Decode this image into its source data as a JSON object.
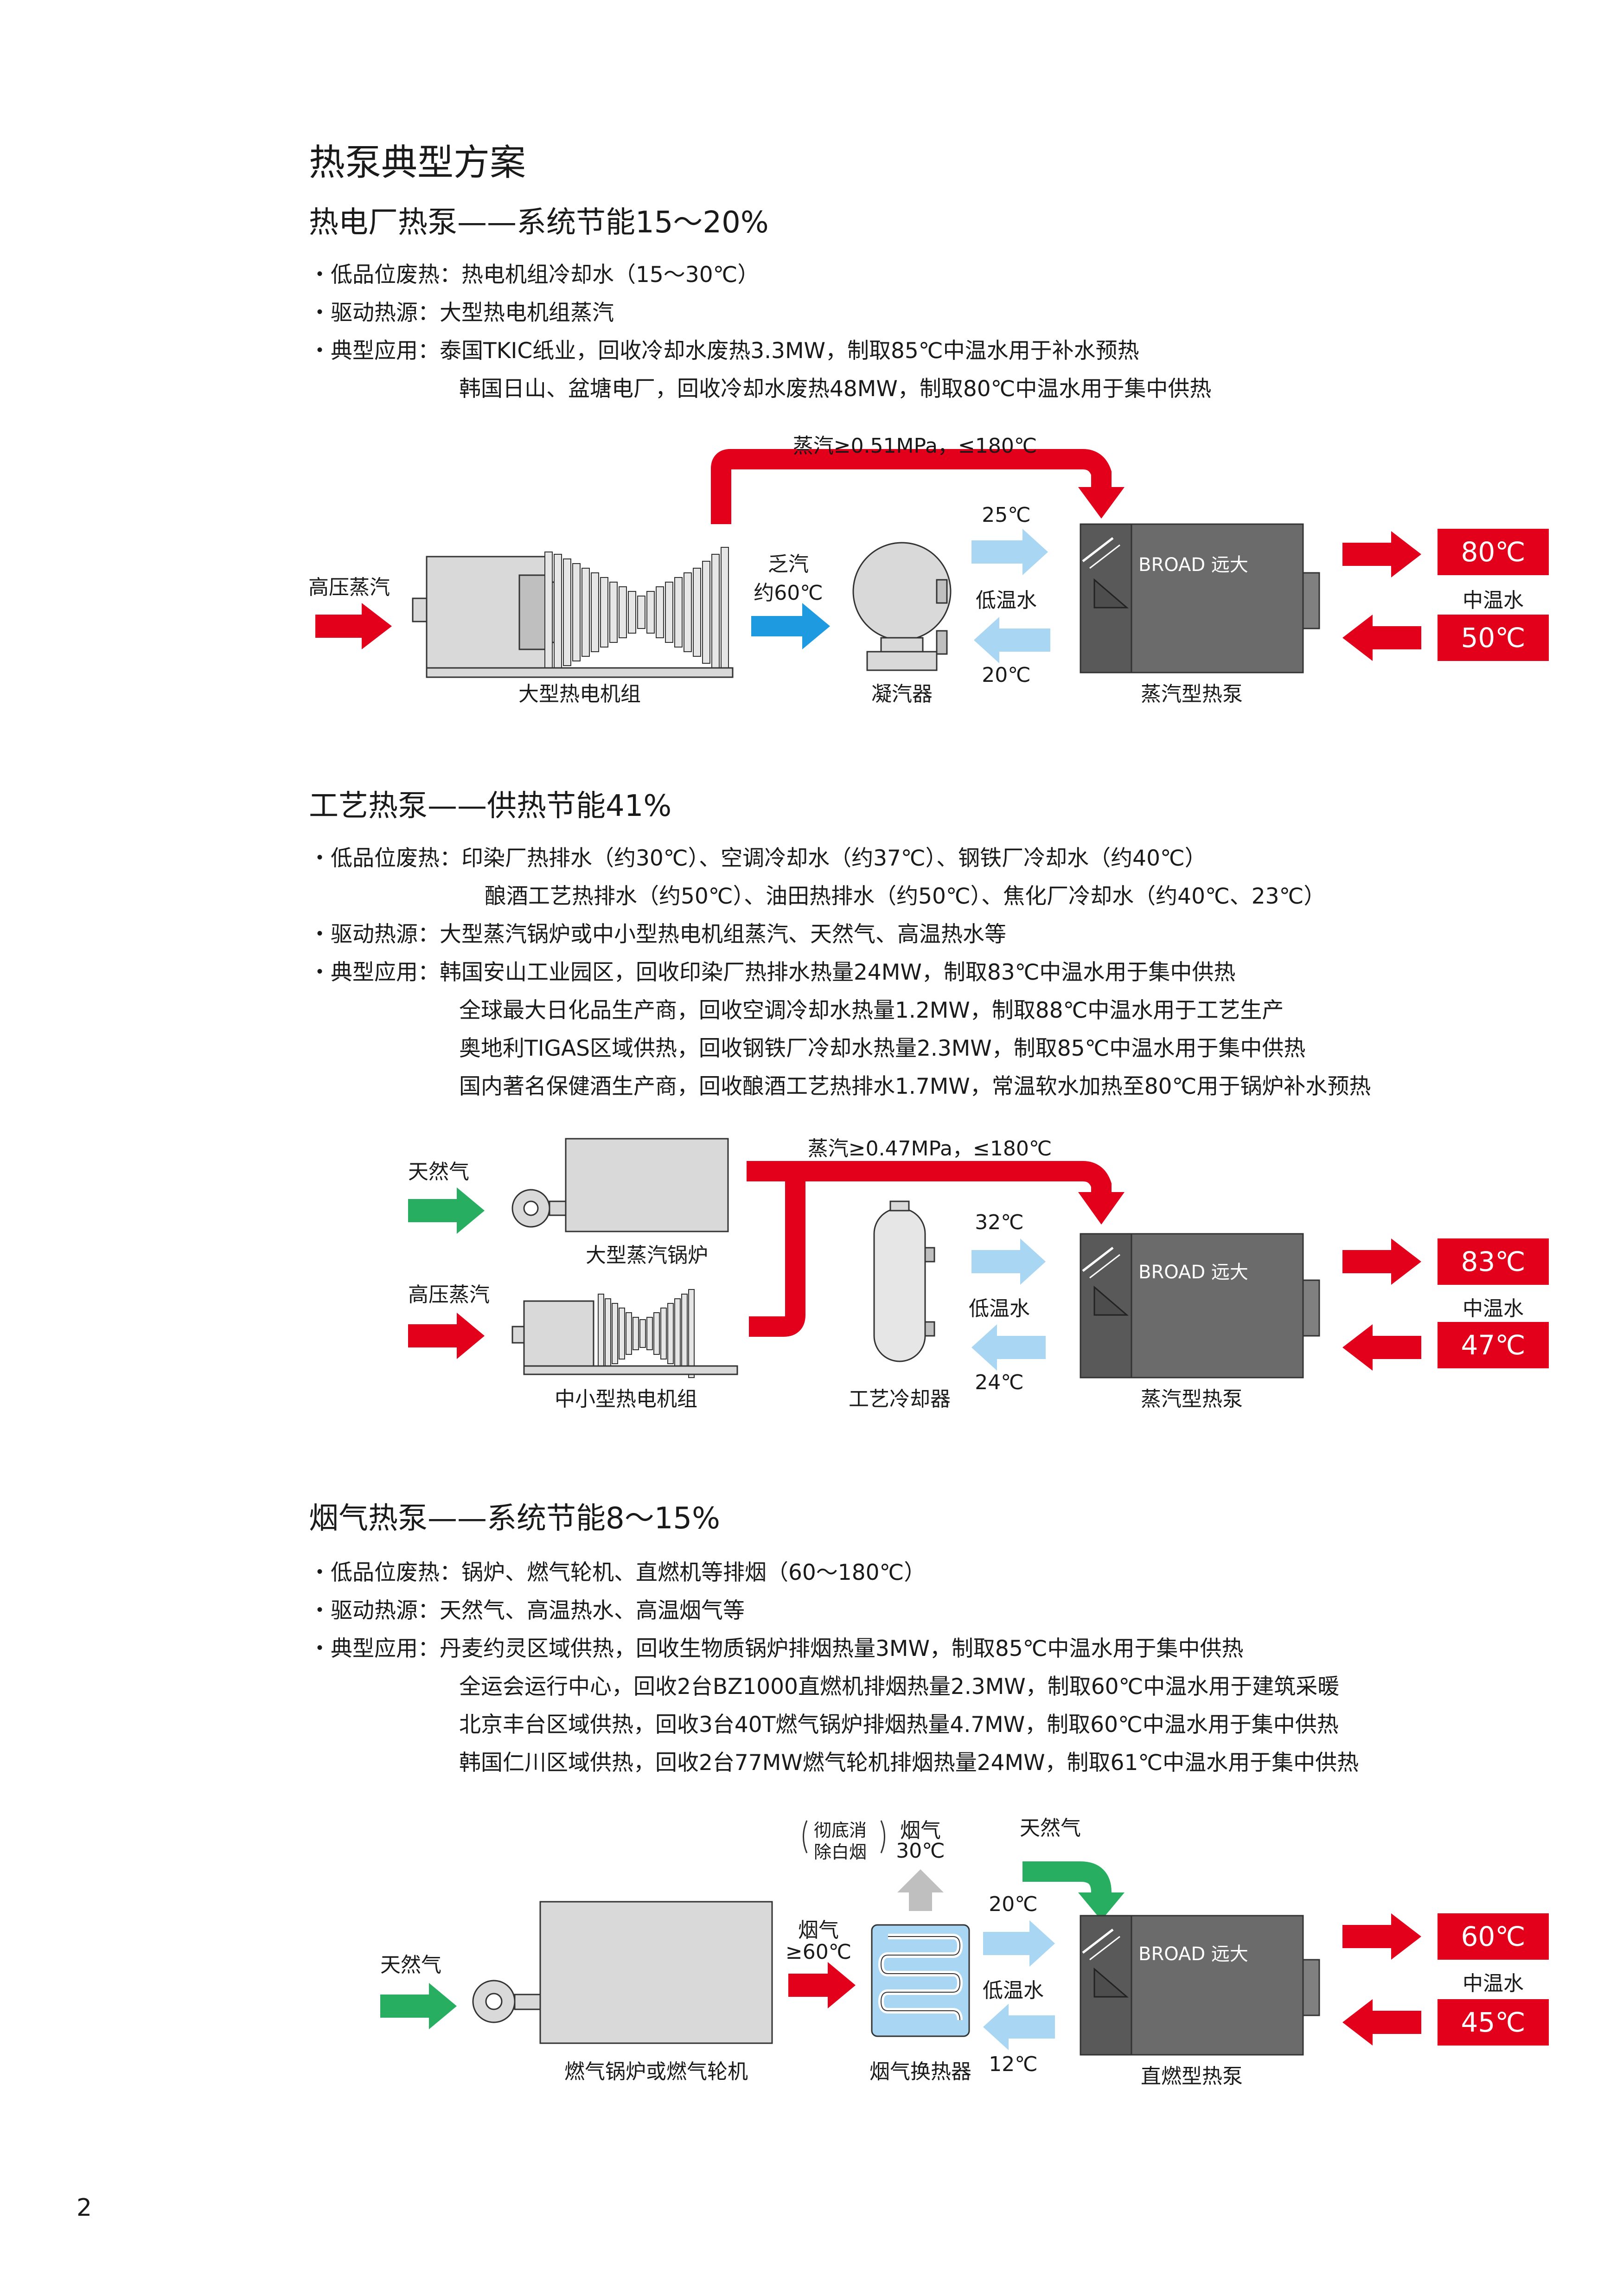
{
  "page_title": "热泵典型方案",
  "page_number": "2",
  "sections": [
    {
      "heading": "热电厂热泵——系统节能15～20%",
      "lines": [
        "・低品位废热：热电机组冷却水（15～30℃）",
        "・驱动热源：大型热电机组蒸汽",
        "・典型应用：泰国TKIC纸业，回收冷却水废热3.3MW，制取85℃中温水用于补水预热",
        "韩国日山、盆塘电厂，回收冷却水废热48MW，制取80℃中温水用于集中供热"
      ],
      "diagram": {
        "steam_label": "蒸汽≥0.51MPa，≤180℃",
        "input_label": "高压蒸汽",
        "turbine_label": "大型热电机组",
        "exhaust_label_1": "乏汽",
        "exhaust_label_2": "约60℃",
        "condenser_label": "凝汽器",
        "low_temp_label": "低温水",
        "low_in": "25℃",
        "low_out": "20℃",
        "brand": "BROAD 远大",
        "pump_label": "蒸汽型热泵",
        "mid_label": "中温水",
        "out_hot": "80℃",
        "out_cold": "50℃"
      }
    },
    {
      "heading": "工艺热泵——供热节能41%",
      "lines": [
        "・低品位废热：印染厂热排水（约30℃）、空调冷却水（约37℃）、钢铁厂冷却水（约40℃）",
        "酿酒工艺热排水（约50℃）、油田热排水（约50℃）、焦化厂冷却水（约40℃、23℃）",
        "・驱动热源：大型蒸汽锅炉或中小型热电机组蒸汽、天然气、高温热水等",
        "・典型应用：韩国安山工业园区，回收印染厂热排水热量24MW，制取83℃中温水用于集中供热",
        "全球最大日化品生产商，回收空调冷却水热量1.2MW，制取88℃中温水用于工艺生产",
        "奥地利TIGAS区域供热，回收钢铁厂冷却水热量2.3MW，制取85℃中温水用于集中供热",
        "国内著名保健酒生产商，回收酿酒工艺热排水1.7MW，常温软水加热至80℃用于锅炉补水预热"
      ],
      "diagram": {
        "steam_label": "蒸汽≥0.47MPa，≤180℃",
        "gas_label": "天然气",
        "boiler_label": "大型蒸汽锅炉",
        "input_label": "高压蒸汽",
        "turbine_label": "中小型热电机组",
        "cooler_label": "工艺冷却器",
        "low_temp_label": "低温水",
        "low_in": "32℃",
        "low_out": "24℃",
        "brand": "BROAD 远大",
        "pump_label": "蒸汽型热泵",
        "mid_label": "中温水",
        "out_hot": "83℃",
        "out_cold": "47℃"
      }
    },
    {
      "heading": "烟气热泵——系统节能8～15%",
      "lines": [
        "・低品位废热：锅炉、燃气轮机、直燃机等排烟（60～180℃）",
        "・驱动热源：天然气、高温热水、高温烟气等",
        "・典型应用：丹麦约灵区域供热，回收生物质锅炉排烟热量3MW，制取85℃中温水用于集中供热",
        "全运会运行中心，回收2台BZ1000直燃机排烟热量2.3MW，制取60℃中温水用于建筑采暖",
        "北京丰台区域供热，回收3台40T燃气锅炉排烟热量4.7MW，制取60℃中温水用于集中供热",
        "韩国仁川区域供热，回收2台77MW燃气轮机排烟热量24MW，制取61℃中温水用于集中供热"
      ],
      "diagram": {
        "gas_label_left": "天然气",
        "boiler_label": "燃气锅炉或燃气轮机",
        "flue_label_1": "烟气",
        "flue_label_2": "≥60℃",
        "whitening_1": "彻底消",
        "whitening_2": "除白烟",
        "flue_out_1": "烟气",
        "flue_out_2": "30℃",
        "hx_label": "烟气换热器",
        "gas_label_top": "天然气",
        "low_temp_label": "低温水",
        "low_in": "20℃",
        "low_out": "12℃",
        "brand": "BROAD 远大",
        "pump_label": "直燃型热泵",
        "mid_label": "中温水",
        "out_hot": "60℃",
        "out_cold": "45℃"
      }
    }
  ]
}
